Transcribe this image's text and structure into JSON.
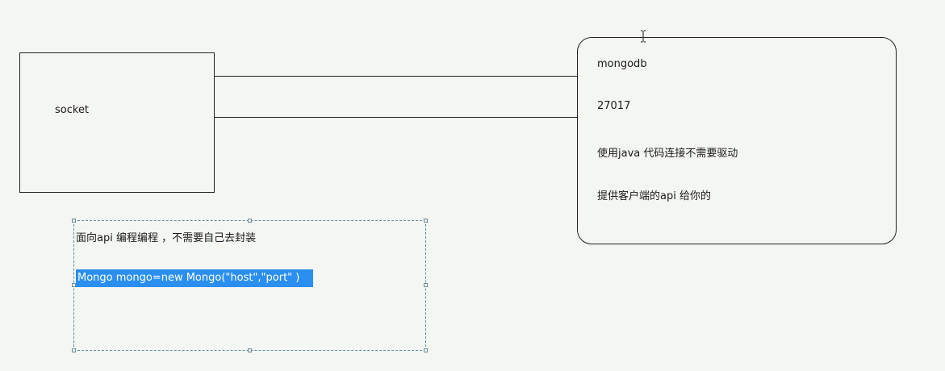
{
  "socket_box": {
    "label": "socket"
  },
  "server_box": {
    "lines": [
      "mongodb",
      "27017",
      "使用java 代码连接不需要驱动",
      "提供客户端的api 给你的"
    ]
  },
  "text_frame": {
    "title": "面向api 编程编程 ，不需要自己去封装",
    "code": "Mongo mongo=new Mongo(\"host\",\"port\" )"
  },
  "colors": {
    "background": "#f4f6f2",
    "stroke": "#222222",
    "selection": "#2a8ff0",
    "frame_dash": "#5a8fa6"
  },
  "icons": {
    "cursor": "text-cursor-icon"
  }
}
